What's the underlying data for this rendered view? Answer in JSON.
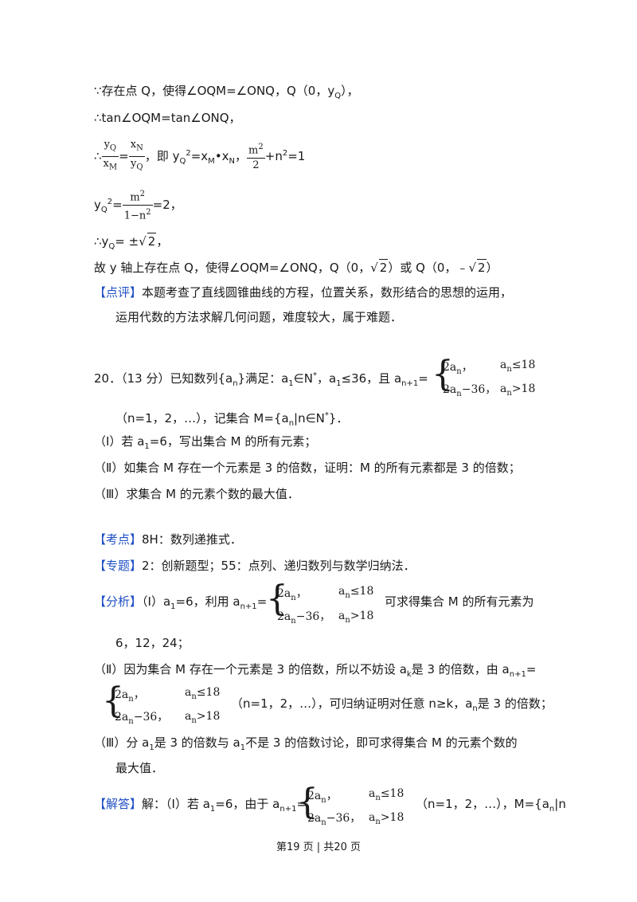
{
  "lines": {
    "l1": "∵存在点 Q，使得∠OQM=∠ONQ，Q（0，y",
    "l1b": "Q",
    "l1c": "），",
    "l2": "∴tan∠OQM=tan∠ONQ，",
    "l3_prefix": "∴",
    "l3_frac1_num": "y",
    "l3_frac1_num_sub": "Q",
    "l3_frac1_den": "x",
    "l3_frac1_den_sub": "M",
    "l3_eq": "=",
    "l3_frac2_num": "x",
    "l3_frac2_num_sub": "N",
    "l3_frac2_den": "y",
    "l3_frac2_den_sub": "Q",
    "l3_mid": "，即 y",
    "l3_mid2": "=x",
    "l3_mid3": "•x",
    "l3_mid4": "，",
    "l3_frac3_num": "m",
    "l3_frac3_den": "2",
    "l3_tail": "+n",
    "l3_tail2": "=1",
    "l4_pre": "y",
    "l4_eq": "=",
    "l4_num": "m",
    "l4_den": "1−n",
    "l4_tail": "=2，",
    "l5_pre": "∴y",
    "l5_eq": "= ±",
    "l5_sqrt": "2",
    "l5_tail": "，",
    "l6_a": "故 y 轴上存在点 Q，使得∠OQM=∠ONQ，Q（0，",
    "l6_b": "）或 Q（0，﹣",
    "l6_c": "）",
    "comment_tag": "【点评】",
    "comment_1": "本题考查了直线圆锥曲线的方程，位置关系，数形结合的思想的运用，",
    "comment_2": "运用代数的方法求解几何问题，难度较大，属于难题．",
    "q20_head": "20．（13 分）已知数列{a",
    "q20_head2": "}满足：a",
    "q20_head3": "∈N",
    "q20_head4": "，a",
    "q20_head5": "≤36，且 a",
    "q20_head6": "=",
    "q20_cond2": "（n=1，2，…），记集合 M={a",
    "q20_cond2b": "|n∈N",
    "q20_cond2c": "}．",
    "q20_p1": "（Ⅰ）若 a",
    "q20_p1b": "=6，写出集合 M 的所有元素；",
    "q20_p2": "（Ⅱ）如集合 M 存在一个元素是 3 的倍数，证明：M 的所有元素都是 3 的倍数；",
    "q20_p3": "（Ⅲ）求集合 M 的元素个数的最大值．",
    "kaodian_tag": "【考点】",
    "kaodian": "8H：数列递推式．",
    "zhuanti_tag": "【专题】",
    "zhuanti": "2：创新题型；55：点列、递归数列与数学归纳法．",
    "fenxi_tag": "【分析】",
    "fenxi_1a": "（Ⅰ）a",
    "fenxi_1b": "=6，利用 a",
    "fenxi_1c": "=",
    "fenxi_1d": "可求得集合 M 的所有元素为",
    "fenxi_2": "6，12，24；",
    "fenxi_3a": "（Ⅱ）因为集合 M 存在一个元素是 3 的倍数，所以不妨设 a",
    "fenxi_3b": "是 3 的倍数，由 a",
    "fenxi_3c": "=",
    "fenxi_4": "（n=1，2，…），可归纳证明对任意 n≥k，a",
    "fenxi_4b": "是 3 的倍数；",
    "fenxi_5a": "（Ⅲ）分 a",
    "fenxi_5b": "是 3 的倍数与 a",
    "fenxi_5c": "不是 3 的倍数讨论，即可求得集合 M 的元素个数的",
    "fenxi_6": "最大值．",
    "jieda_tag": "【解答】",
    "jieda_a": "解：（Ⅰ）若 a",
    "jieda_b": "=6，由于 a",
    "jieda_c": "=",
    "jieda_d": "（n=1，2，…），M={a",
    "jieda_e": "|n"
  },
  "subs": {
    "one": "1",
    "n": "n",
    "n1": "n+1",
    "k": "k",
    "M": "M",
    "N": "N",
    "Q": "Q",
    "sq": "2",
    "star": "*"
  },
  "piecewise": {
    "top_expr": "2a",
    "top_cond": "a",
    "top_rel": "≤18",
    "bot_expr": "2a",
    "bot_expr_tail": "−36，",
    "bot_cond": "a",
    "bot_rel": ">18",
    "comma": "，"
  },
  "footer": "第19 页  |  共20 页"
}
